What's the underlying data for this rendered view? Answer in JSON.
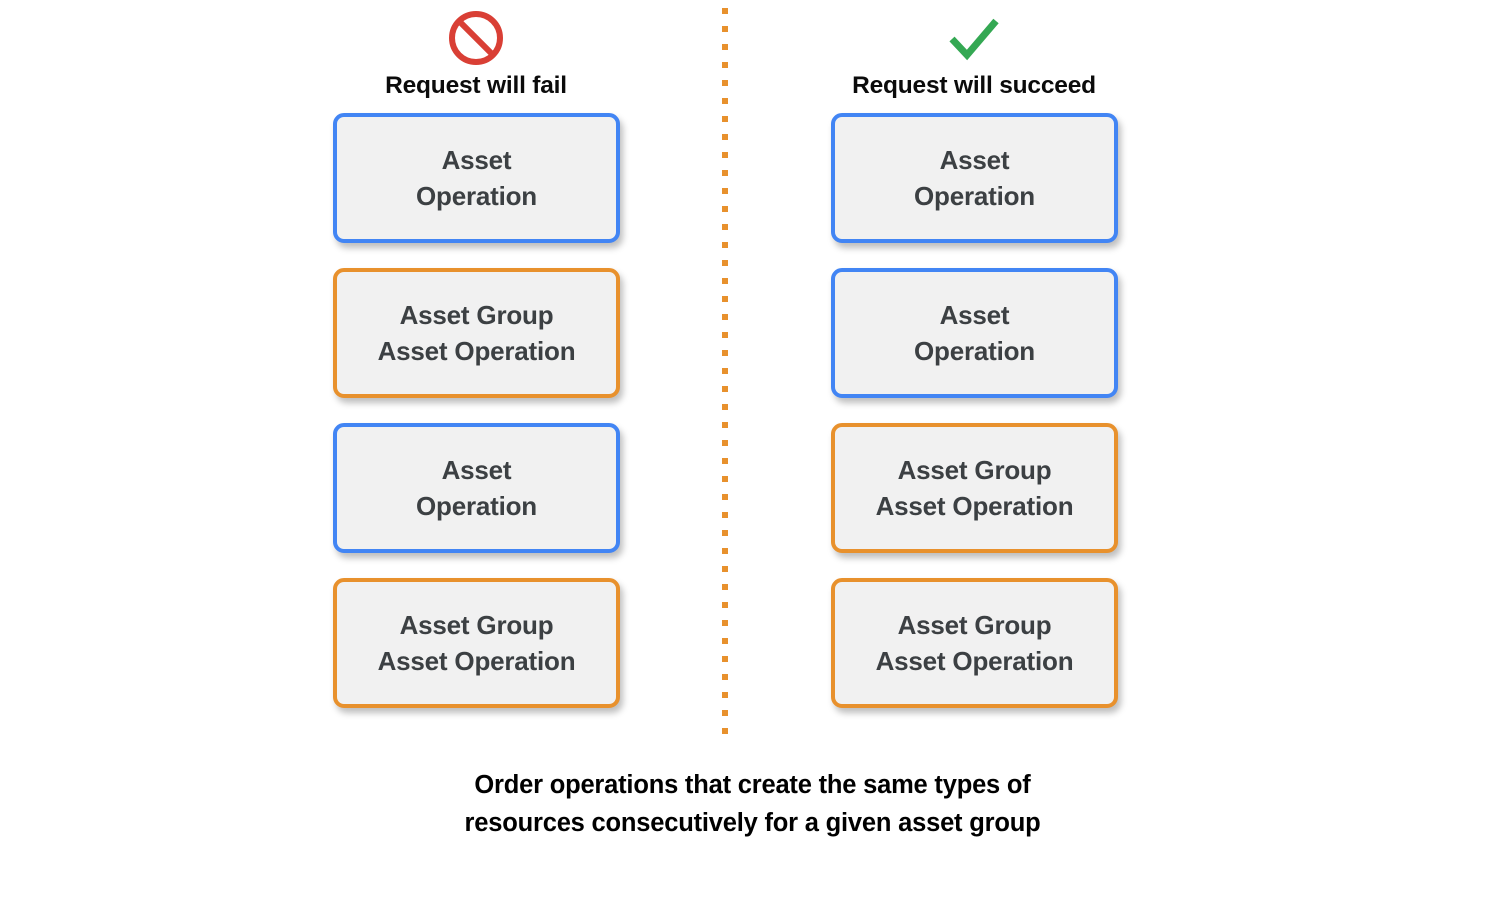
{
  "diagram": {
    "caption": "Order operations that create the same types of\nresources consecutively for a given asset group",
    "divider_color": "#e8912d",
    "columns": [
      {
        "id": "fail",
        "title": "Request will fail",
        "icon": "prohibition-icon",
        "icon_color": "#d93f35",
        "boxes": [
          {
            "label": "Asset\nOperation",
            "type": "asset",
            "color": "#4285f4"
          },
          {
            "label": "Asset Group\nAsset Operation",
            "type": "asset-group",
            "color": "#e8912d"
          },
          {
            "label": "Asset\nOperation",
            "type": "asset",
            "color": "#4285f4"
          },
          {
            "label": "Asset Group\nAsset Operation",
            "type": "asset-group",
            "color": "#e8912d"
          }
        ]
      },
      {
        "id": "succeed",
        "title": "Request will succeed",
        "icon": "checkmark-icon",
        "icon_color": "#34a853",
        "boxes": [
          {
            "label": "Asset\nOperation",
            "type": "asset",
            "color": "#4285f4"
          },
          {
            "label": "Asset\nOperation",
            "type": "asset",
            "color": "#4285f4"
          },
          {
            "label": "Asset Group\nAsset Operation",
            "type": "asset-group",
            "color": "#e8912d"
          },
          {
            "label": "Asset Group\nAsset Operation",
            "type": "asset-group",
            "color": "#e8912d"
          }
        ]
      }
    ],
    "colors": {
      "box_fill": "#f1f1f1",
      "box_text": "#3c4043",
      "blue_border": "#4285f4",
      "orange_border": "#e8912d",
      "title_text": "#0b0b0b",
      "caption_text": "#000000"
    }
  }
}
